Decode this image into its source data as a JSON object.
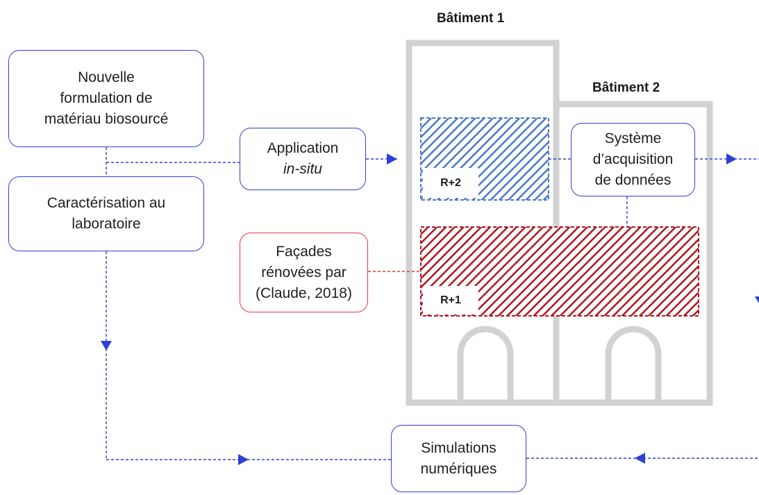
{
  "buildings": {
    "building1_title": "Bâtiment 1",
    "building2_title": "Bâtiment 2",
    "floor_r2": "R+2",
    "floor_r1": "R+1"
  },
  "boxes": {
    "formulation": [
      "Nouvelle",
      "formulation de",
      "matériau biosourcé"
    ],
    "caracterisation": [
      "Caractérisation au",
      "laboratoire"
    ],
    "application": [
      "Application",
      "in-situ"
    ],
    "facades": [
      "Façades",
      "rénovées par",
      "(Claude, 2018)"
    ],
    "acquisition": [
      "Système",
      "d’acquisition",
      "de données"
    ],
    "simulations": [
      "Simulations",
      "numériques"
    ]
  },
  "colors": {
    "blue_line": "#2f3fd6",
    "red_line": "#e23a3a",
    "hatch_blue": "#4a78cc",
    "hatch_red": "#b3141c",
    "building_outline": "#d2d2d2"
  }
}
